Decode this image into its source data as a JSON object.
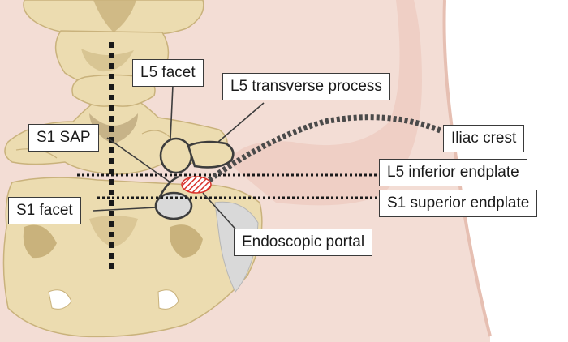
{
  "labels": {
    "l5_facet": "L5 facet",
    "l5_transverse_process": "L5 transverse process",
    "s1_sap": "S1 SAP",
    "iliac_crest": "Iliac crest",
    "l5_inferior_endplate": "L5 inferior endplate",
    "s1_superior_endplate": "S1 superior endplate",
    "s1_facet": "S1 facet",
    "endoscopic_portal": "Endoscopic portal"
  },
  "colors": {
    "background_skin": "#f3ddd5",
    "skin_outline": "#e6bfb2",
    "bone": "#ecdcb0",
    "bone_shadow": "#c9b27c",
    "bone_dark": "#a99267",
    "cartilage": "#d9d9d9",
    "line": "#3d3d3d",
    "portal": "#d9332c"
  },
  "icons": [
    "hatched-portal-marker"
  ]
}
